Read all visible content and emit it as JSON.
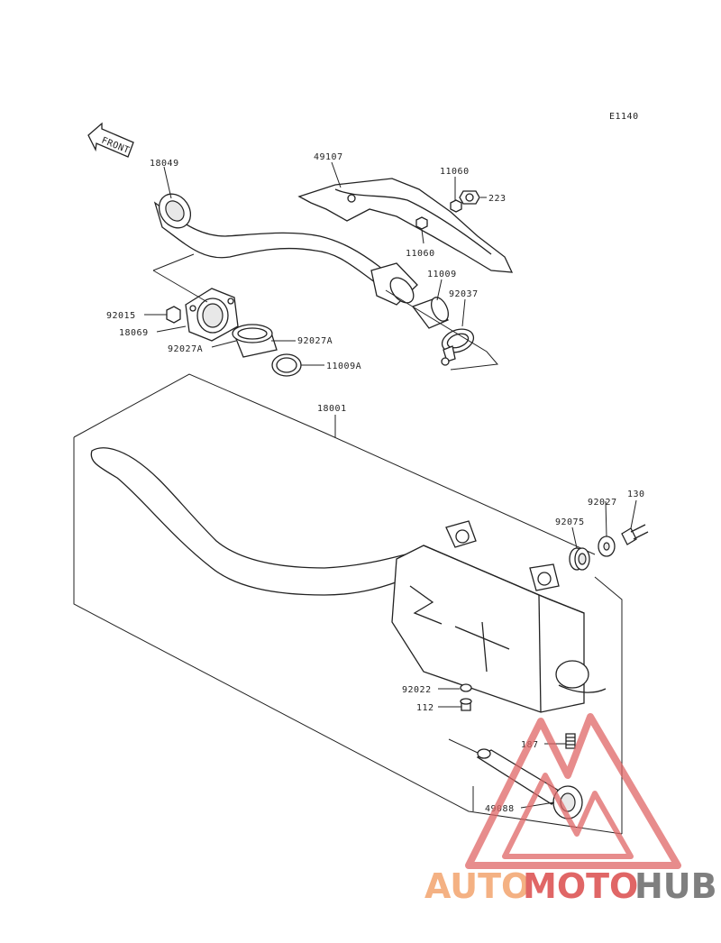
{
  "diagram": {
    "code": "E1140",
    "front_label": "FRONT",
    "parts": {
      "p18049": "18049",
      "p49107": "49107",
      "p11060a": "11060",
      "p223": "223",
      "p11060b": "11060",
      "p11009": "11009",
      "p92037": "92037",
      "p92015": "92015",
      "p18069": "18069",
      "p92027A_a": "92027A",
      "p92027A_b": "92027A",
      "p11009A": "11009A",
      "p18001": "18001",
      "p92027": "92027",
      "p130": "130",
      "p92075": "92075",
      "p92022": "92022",
      "p112": "112",
      "p187": "187",
      "p49088": "49088"
    }
  },
  "watermark": {
    "part1": "AUTO",
    "part2": "MOTO",
    "part3": "HUB",
    "color_orange": "#f4b183",
    "color_red": "#e06666",
    "color_grey": "#7f7f7f"
  }
}
